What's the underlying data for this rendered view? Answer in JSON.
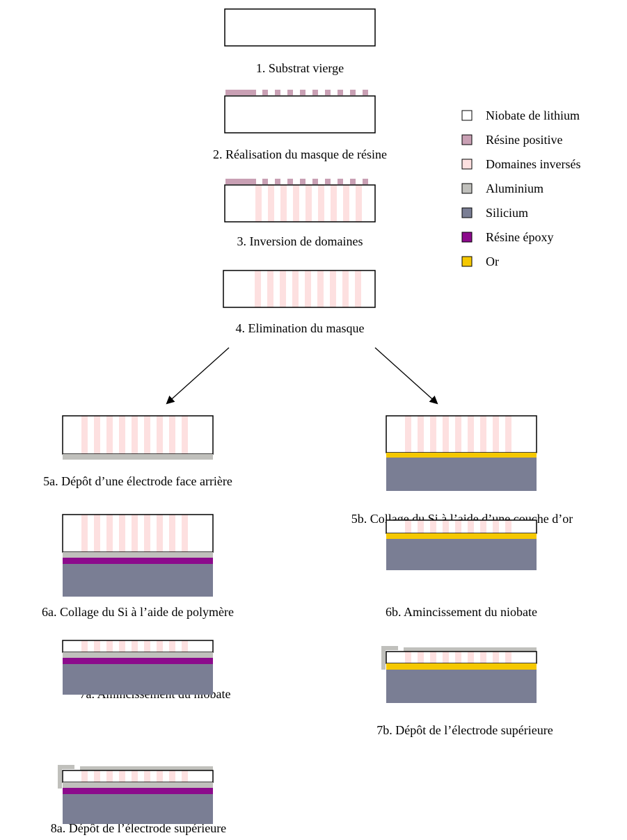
{
  "colors": {
    "niobate": "#ffffff",
    "resine_positive": "#c9a0b4",
    "domaines_inverses": "#fde0e0",
    "aluminium": "#c0c0bc",
    "silicium": "#7a7e94",
    "resine_epoxy": "#8c0a8c",
    "or": "#f5c800",
    "outline": "#000000"
  },
  "legend": [
    {
      "key": "niobate",
      "label": "Niobate de lithium"
    },
    {
      "key": "resine_positive",
      "label": "Résine positive"
    },
    {
      "key": "domaines_inverses",
      "label": "Domaines inversés"
    },
    {
      "key": "aluminium",
      "label": "Aluminium"
    },
    {
      "key": "silicium",
      "label": "Silicium"
    },
    {
      "key": "resine_epoxy",
      "label": "Résine époxy"
    },
    {
      "key": "or",
      "label": "Or"
    }
  ],
  "steps": {
    "s1": "1. Substrat vierge",
    "s2": "2. Réalisation du masque de résine",
    "s3": "3. Inversion de domaines",
    "s4": "4. Elimination du masque",
    "s5a": "5a. Dépôt d’une électrode face arrière",
    "s5b": "5b. Collage du Si à l’aide d’une couche d’or",
    "s6a": "6a. Collage du Si à l’aide de polymère",
    "s6b": "6b. Amincissement du niobate",
    "s7a": "7a. Amincissement du niobate",
    "s7b": "7b. Dépôt de l’électrode supérieure",
    "s8a": "8a. Dépôt de l’électrode supérieure"
  }
}
